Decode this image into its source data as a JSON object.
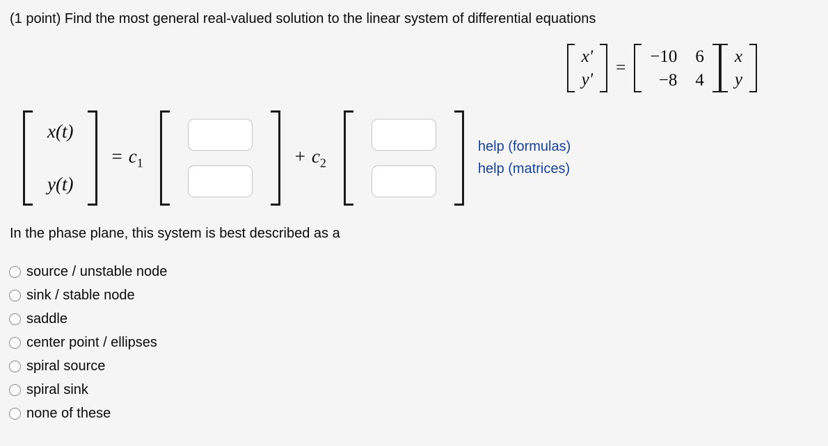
{
  "header": {
    "text": "(1 point) Find the most general real-valued solution to the linear system of differential equations"
  },
  "equation": {
    "lhs": [
      "x′",
      "y′"
    ],
    "equals": "=",
    "matrix": [
      [
        "−10",
        "6"
      ],
      [
        "−8",
        "4"
      ]
    ],
    "rhs": [
      "x",
      "y"
    ]
  },
  "answer": {
    "vector_labels": [
      "x(t)",
      "y(t)"
    ],
    "coef1": {
      "op": "=",
      "base": "c",
      "sub": "1"
    },
    "coef2": {
      "op": "+",
      "base": "c",
      "sub": "2"
    },
    "inputs": [
      "",
      "",
      "",
      ""
    ]
  },
  "help_links": [
    "help (formulas)",
    "help (matrices)"
  ],
  "question": "In the phase plane, this system is best described as a",
  "options": [
    "source / unstable node",
    "sink / stable node",
    "saddle",
    "center point / ellipses",
    "spiral source",
    "spiral sink",
    "none of these"
  ],
  "colors": {
    "background": "#f5f5f5",
    "link_blue": "#17419b",
    "input_border": "#c6c6c6",
    "radio_border": "#8c8c8c"
  }
}
